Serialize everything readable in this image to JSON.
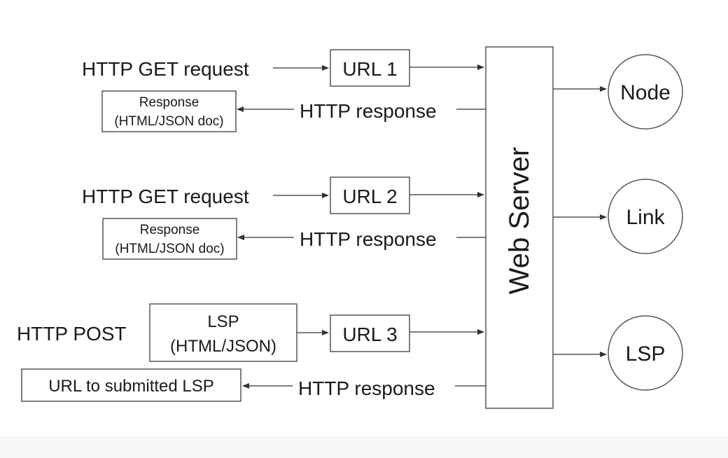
{
  "diagram": {
    "server": {
      "label": "Web Server"
    },
    "targets": [
      {
        "label": "Node"
      },
      {
        "label": "Link"
      },
      {
        "label": "LSP"
      }
    ],
    "flows": [
      {
        "request_label": "HTTP GET request",
        "url_label": "URL 1",
        "response_label": "HTTP response",
        "result_line1": "Response",
        "result_line2": "(HTML/JSON doc)"
      },
      {
        "request_label": "HTTP GET request",
        "url_label": "URL 2",
        "response_label": "HTTP response",
        "result_line1": "Response",
        "result_line2": "(HTML/JSON doc)"
      },
      {
        "request_label": "HTTP POST",
        "payload_line1": "LSP",
        "payload_line2": "(HTML/JSON)",
        "url_label": "URL 3",
        "response_label": "HTTP response",
        "result_line1": "URL to submitted LSP"
      }
    ]
  }
}
